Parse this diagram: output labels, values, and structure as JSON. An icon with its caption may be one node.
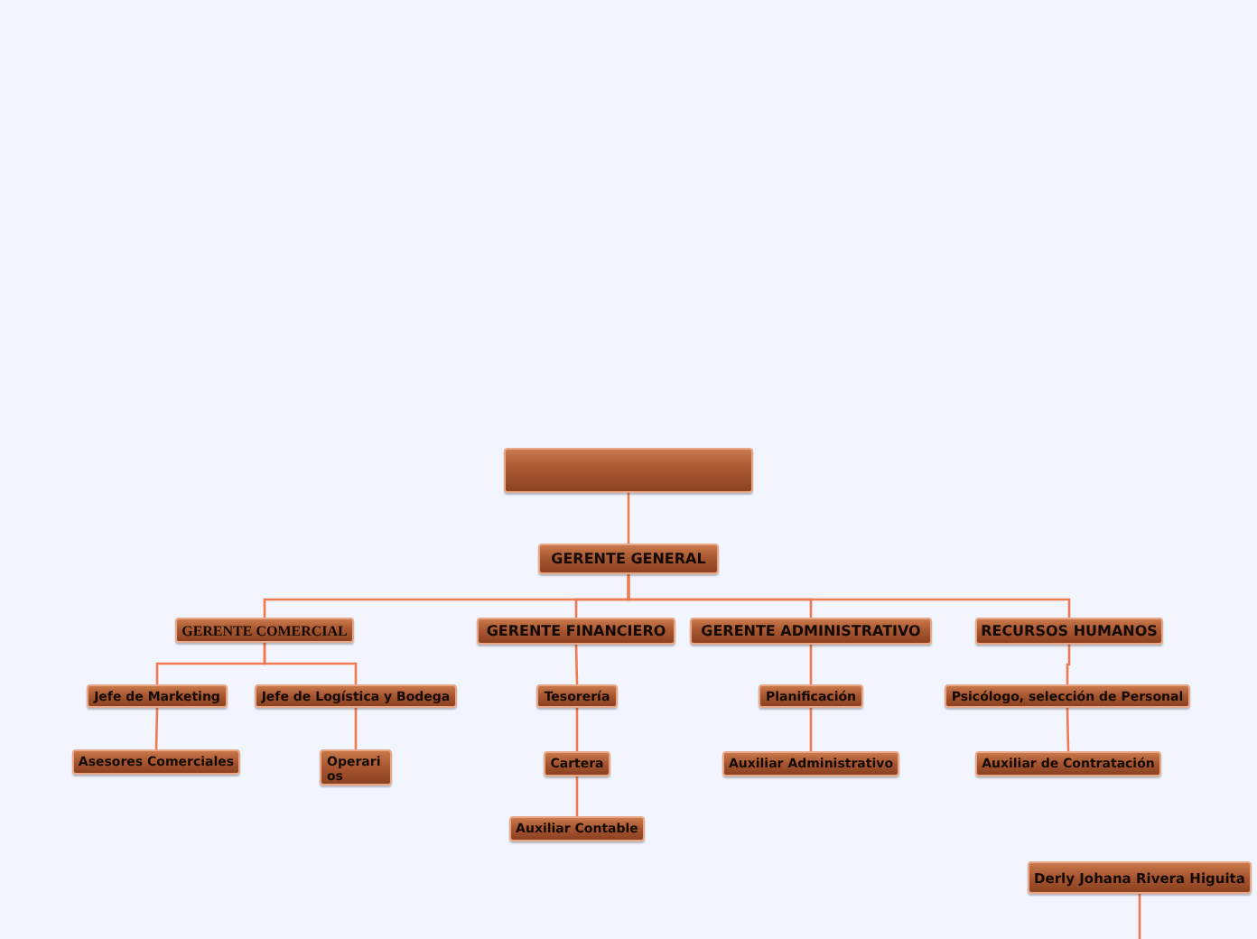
{
  "diagram": {
    "nodes": [
      {
        "text": [],
        "shape": "box"
      },
      {
        "text": [
          "GERENTE GENERAL"
        ]
      },
      {
        "text": [
          "GERENTE COMERCIAL"
        ]
      },
      {
        "text": [
          "GERENTE FINANCIERO"
        ]
      },
      {
        "text": [
          "GERENTE ADMINISTRATIVO"
        ]
      },
      {
        "text": [
          "RECURSOS HUMANOS"
        ]
      },
      {
        "text": [
          "Jefe de Marketing"
        ]
      },
      {
        "text": [
          "Jefe de Logística y Bodega"
        ]
      },
      {
        "text": [
          "Asesores Comerciales"
        ]
      },
      {
        "text": [
          "Operarios"
        ]
      },
      {
        "text": [
          "Tesorería"
        ]
      },
      {
        "text": [
          "Cartera"
        ]
      },
      {
        "text": [
          "Auxiliar Contable"
        ]
      },
      {
        "text": [
          "Planificación"
        ]
      },
      {
        "text": [
          "Auxiliar Administrativo"
        ]
      },
      {
        "text": [
          "Psicólogo, selección de Personal"
        ]
      },
      {
        "text": [
          "Auxiliar de Contratación"
        ]
      },
      {
        "text": [
          "Derly Johana Rivera Higuita"
        ]
      }
    ],
    "edges": [
      {
        "from": 0,
        "to": 1,
        "arrow": "none"
      },
      {
        "from": 1,
        "to": 2,
        "arrow": "none"
      },
      {
        "from": 1,
        "to": 3,
        "arrow": "none"
      },
      {
        "from": 1,
        "to": 4,
        "arrow": "none"
      },
      {
        "from": 1,
        "to": 5,
        "arrow": "none"
      },
      {
        "from": 2,
        "to": 6,
        "arrow": "none"
      },
      {
        "from": 2,
        "to": 7,
        "arrow": "none"
      },
      {
        "from": 6,
        "to": 8,
        "arrow": "none"
      },
      {
        "from": 7,
        "to": 9,
        "arrow": "none"
      },
      {
        "from": 3,
        "to": 10,
        "arrow": "none"
      },
      {
        "from": 10,
        "to": 11,
        "arrow": "none"
      },
      {
        "from": 11,
        "to": 12,
        "arrow": "none"
      },
      {
        "from": 4,
        "to": 13,
        "arrow": "none"
      },
      {
        "from": 13,
        "to": 14,
        "arrow": "none"
      },
      {
        "from": 5,
        "to": 15,
        "arrow": "none"
      },
      {
        "from": 15,
        "to": 16,
        "arrow": "none"
      },
      {
        "from": 17,
        "to": null,
        "arrow": "none"
      }
    ]
  }
}
